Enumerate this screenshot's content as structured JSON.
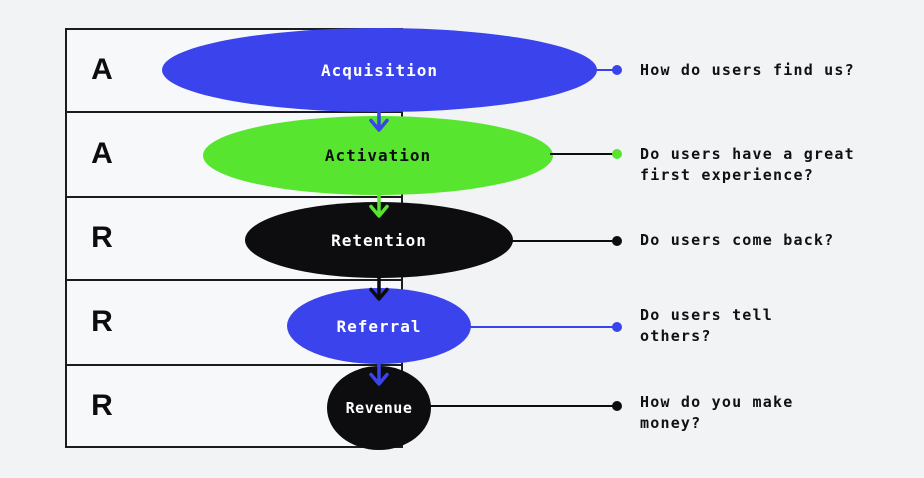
{
  "palette": {
    "blue": "#3A43EC",
    "green": "#57E52F",
    "ink": "#0D0D0F",
    "bg": "#F2F3F5",
    "row-bg": "#F7F8F9",
    "line": "#1B1C1F",
    "text": "#101114"
  },
  "rows": [
    {
      "letter": "A",
      "stage": "Acquisition",
      "stage_color": "blue",
      "label_color": "white",
      "question_lines": [
        "How do users find us?"
      ],
      "connector_color": "blue",
      "dot_color": "blue"
    },
    {
      "letter": "A",
      "stage": "Activation",
      "stage_color": "green",
      "label_color": "black",
      "question_lines": [
        "Do users have a great",
        "first experience?"
      ],
      "connector_color": "black",
      "dot_color": "green"
    },
    {
      "letter": "R",
      "stage": "Retention",
      "stage_color": "black",
      "label_color": "white",
      "question_lines": [
        "Do users come back?"
      ],
      "connector_color": "black",
      "dot_color": "black"
    },
    {
      "letter": "R",
      "stage": "Referral",
      "stage_color": "blue",
      "label_color": "white",
      "question_lines": [
        "Do users tell",
        "others?"
      ],
      "connector_color": "blue",
      "dot_color": "blue"
    },
    {
      "letter": "R",
      "stage": "Revenue",
      "stage_color": "black",
      "label_color": "white",
      "question_lines": [
        "How do you make",
        "money?"
      ],
      "connector_color": "black",
      "dot_color": "black"
    }
  ],
  "arrows": [
    {
      "color": "blue"
    },
    {
      "color": "green"
    },
    {
      "color": "black"
    },
    {
      "color": "blue"
    }
  ]
}
